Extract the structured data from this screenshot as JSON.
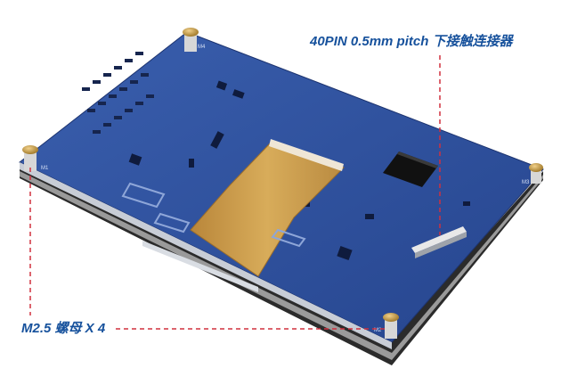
{
  "callouts": {
    "connector_text": "40PIN 0.5mm pitch 下接触连接器",
    "standoff_text": "M2.5 螺母 X 4"
  },
  "board": {
    "silkscreen_m1": "M1",
    "silkscreen_m2": "M2",
    "silkscreen_m3": "M3",
    "silkscreen_m4": "M4"
  },
  "colors": {
    "pcb_blue": "#2e4f9c",
    "flex_cable": "#c89a4a",
    "brass": "#c9a04a",
    "callout_text": "#16519c",
    "leader_line": "#d0303f"
  },
  "icons": {
    "standoff": "brass-standoff-icon",
    "chip": "ic-chip-icon"
  }
}
